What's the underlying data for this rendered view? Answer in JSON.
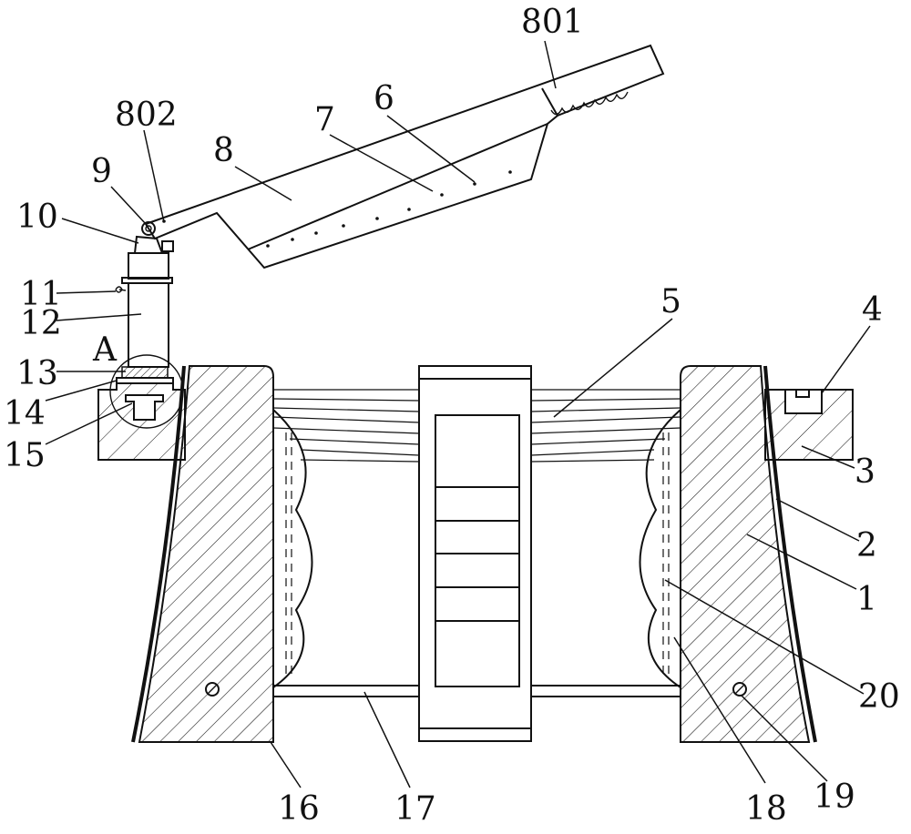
{
  "diagram": {
    "labels": {
      "l801": "801",
      "l802": "802",
      "l8": "8",
      "l7": "7",
      "l6": "6",
      "l9": "9",
      "l10": "10",
      "l11": "11",
      "l12": "12",
      "lA": "A",
      "l13": "13",
      "l14": "14",
      "l15": "15",
      "l5": "5",
      "l4": "4",
      "l3": "3",
      "l2": "2",
      "l1": "1",
      "l20": "20",
      "l16": "16",
      "l17": "17",
      "l18": "18",
      "l19": "19"
    },
    "colors": {
      "line": "#111111",
      "background": "#ffffff"
    }
  }
}
